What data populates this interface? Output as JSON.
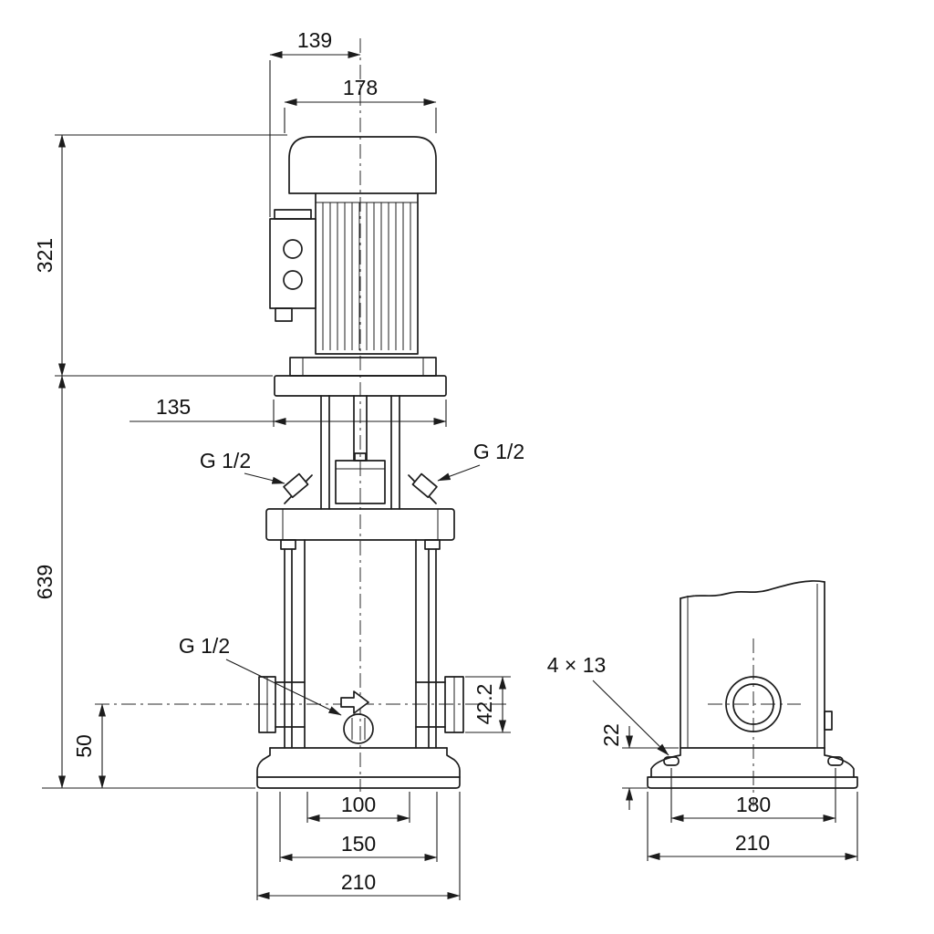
{
  "drawing": {
    "background": "#ffffff",
    "line_color": "#1c1c1c",
    "subject": "vertical-multistage-pump-dimensional-drawing",
    "labels": {
      "dim_top_width": "139",
      "dim_motor_width": "178",
      "dim_motor_height": "321",
      "dim_flange_width": "135",
      "dim_pump_height": "639",
      "dim_port_height": "50",
      "plug_left": "G 1/2",
      "plug_right": "G 1/2",
      "plug_drain": "G 1/2",
      "dim_port_flange": "42.2",
      "dim_base_inner": "100",
      "dim_base_mid": "150",
      "dim_base_outer_front": "210",
      "holes_note": "4 × 13",
      "dim_base_height": "22",
      "dim_bolt_spacing": "180",
      "dim_base_width_side": "210"
    }
  }
}
